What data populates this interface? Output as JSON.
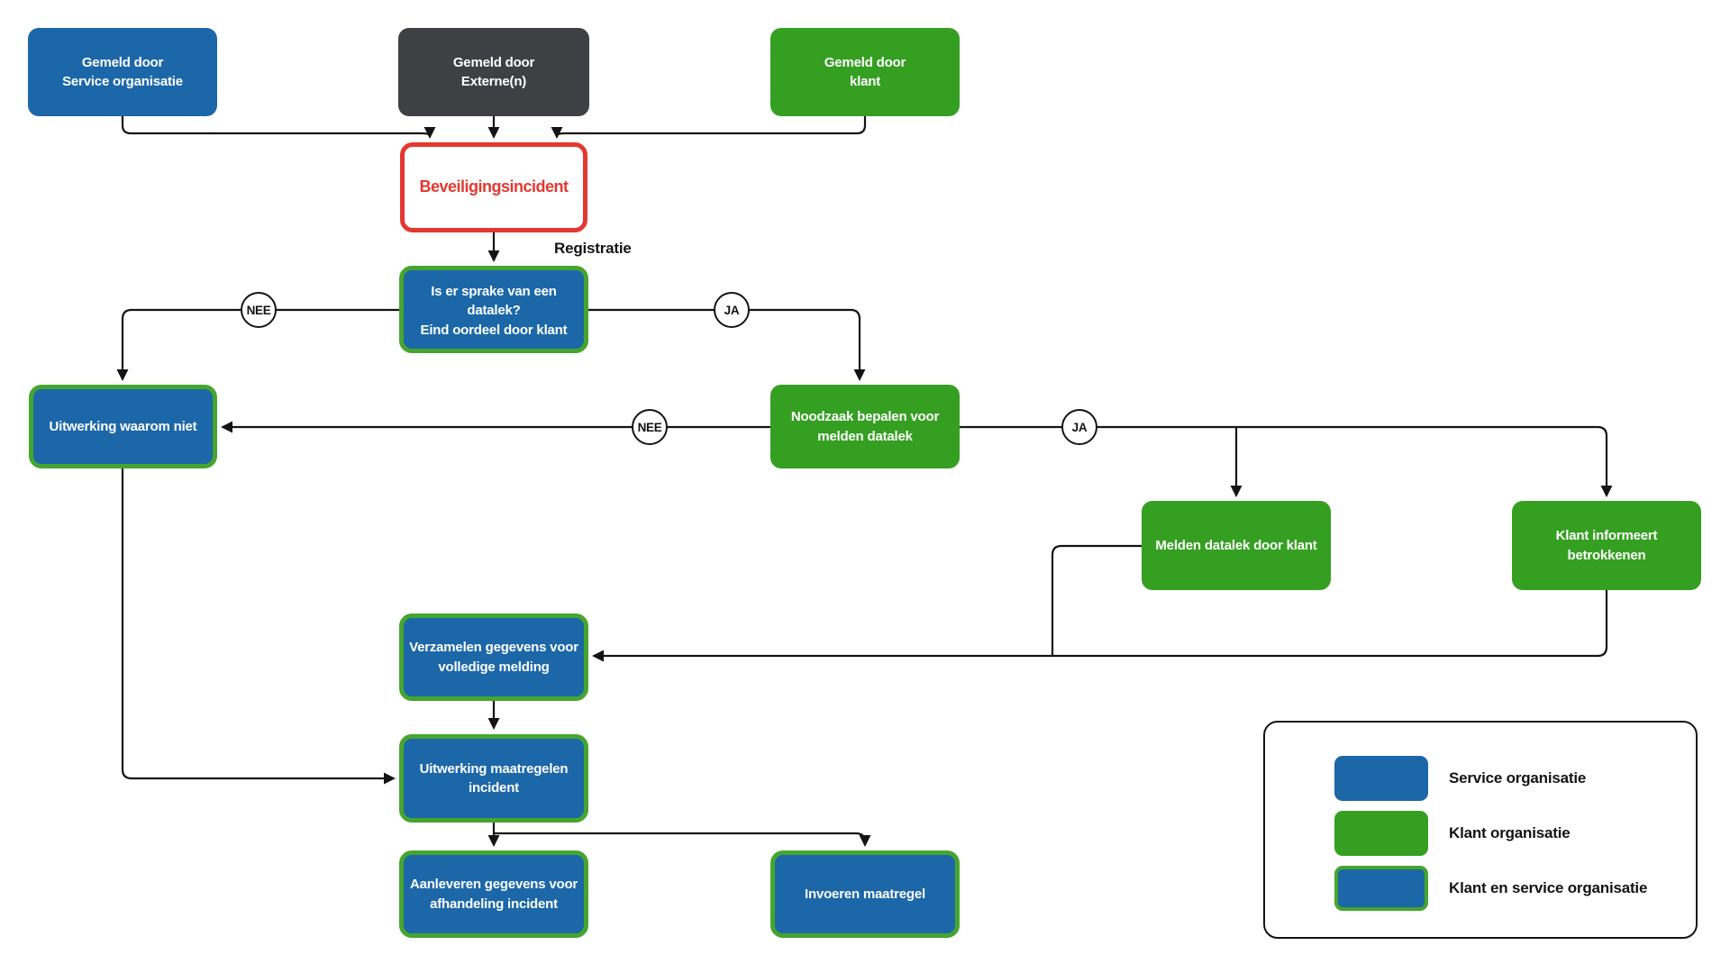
{
  "nodes": {
    "gemeld_service": {
      "lines": [
        "Gemeld door",
        "Service organisatie"
      ]
    },
    "gemeld_externe": {
      "lines": [
        "Gemeld door",
        "Externe(n)"
      ]
    },
    "gemeld_klant": {
      "lines": [
        "Gemeld door",
        "klant"
      ]
    },
    "beveiligingsincident": {
      "lines": [
        "Beveiligingsincident"
      ]
    },
    "datalek_vraag": {
      "question_lines": [
        "Is er sprake van een",
        "datalek?"
      ],
      "note": "Eind oordeel door klant"
    },
    "uitwerking_waarom_niet": {
      "lines": [
        "Uitwerking waarom niet"
      ]
    },
    "noodzaak_bepalen": {
      "lines": [
        "Noodzaak bepalen voor",
        "melden datalek"
      ]
    },
    "melden_datalek": {
      "lines": [
        "Melden datalek door klant"
      ]
    },
    "klant_informeert": {
      "lines": [
        "Klant informeert",
        "betrokkenen"
      ]
    },
    "verzamelen_gegevens": {
      "lines": [
        "Verzamelen gegevens voor",
        "volledige melding"
      ]
    },
    "uitwerking_maatregelen": {
      "lines": [
        "Uitwerking maatregelen",
        "incident"
      ]
    },
    "aanleveren_gegevens": {
      "lines": [
        "Aanleveren gegevens voor",
        "afhandeling incident"
      ]
    },
    "invoeren_maatregel": {
      "lines": [
        "Invoeren maatregel"
      ]
    }
  },
  "edge_labels": {
    "registratie": "Registratie",
    "nee": "NEE",
    "ja": "JA"
  },
  "legend": {
    "items": [
      {
        "label": "Service organisatie"
      },
      {
        "label": "Klant organisatie"
      },
      {
        "label": "Klant en service organisatie"
      }
    ]
  },
  "colors": {
    "blue": "#1c67a8",
    "green": "#359f22",
    "green_border": "#45a52f",
    "dark": "#3f4043",
    "red": "#e33830",
    "line": "#141414"
  }
}
